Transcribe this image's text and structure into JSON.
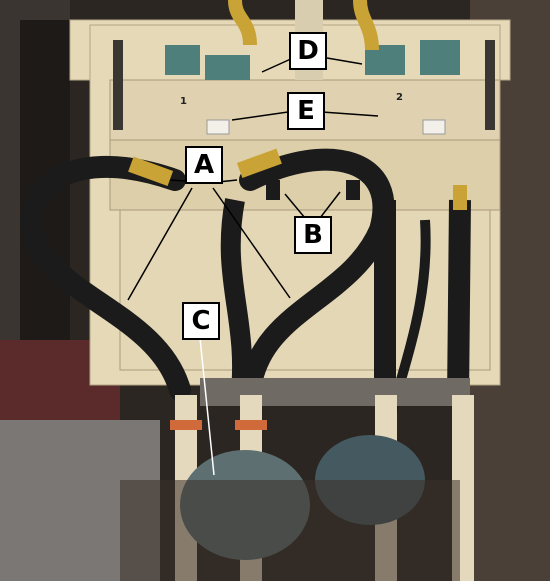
{
  "callouts": {
    "a": "A",
    "b": "B",
    "c": "C",
    "d": "D",
    "e": "E"
  },
  "plate_numbers": {
    "left": "1",
    "right": "2"
  },
  "colors": {
    "cabinet": "#e6d9b8",
    "hose": "#1b1b1b",
    "brass": "#c9a336",
    "valve_green": "#4f7f7a",
    "background": "#2b2622"
  }
}
